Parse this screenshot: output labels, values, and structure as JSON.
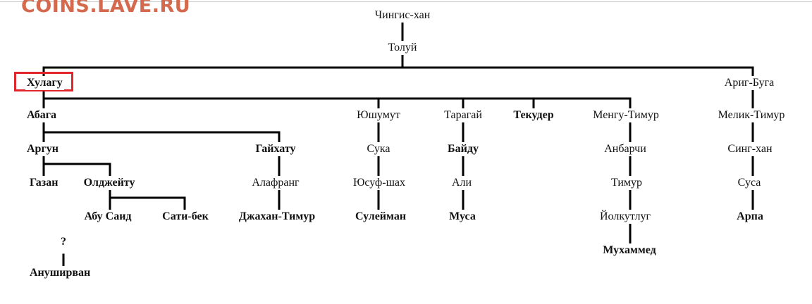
{
  "watermark": "COINS.LAVE.RU",
  "nodes": {
    "chingis": "Чингис-хан",
    "tolui": "Толуй",
    "hulagu": "Хулагу",
    "arig_buga": "Ариг-Буга",
    "abaga": "Абага",
    "yushumut": "Юшумут",
    "taragai": "Тарагай",
    "tekuder": "Текудер",
    "mengu_timur": "Менгу-Тимур",
    "melik_timur": "Мелик-Тимур",
    "argun": "Аргун",
    "gaikhatu": "Гайхату",
    "suka": "Сука",
    "baidu": "Байду",
    "anbarchi": "Анбарчи",
    "sing_khan": "Синг-хан",
    "gazan": "Газан",
    "oldzheitu": "Олджейту",
    "alafrang": "Алафранг",
    "yusuf_shah": "Юсуф-шах",
    "ali": "Али",
    "timur": "Тимур",
    "susa": "Суса",
    "abu_said": "Абу Саид",
    "sati_bek": "Сати-бек",
    "dzhakhan_timur": "Джахан-Тимур",
    "suleiman": "Сулейман",
    "musa": "Муса",
    "yolkutlug": "Йолкутлуг",
    "arpa": "Арпа",
    "question": "?",
    "anushirvan": "Ануширван",
    "mukhammed": "Мухаммед"
  },
  "highlight_color": "#e0262b",
  "watermark_color": "#d4694d"
}
